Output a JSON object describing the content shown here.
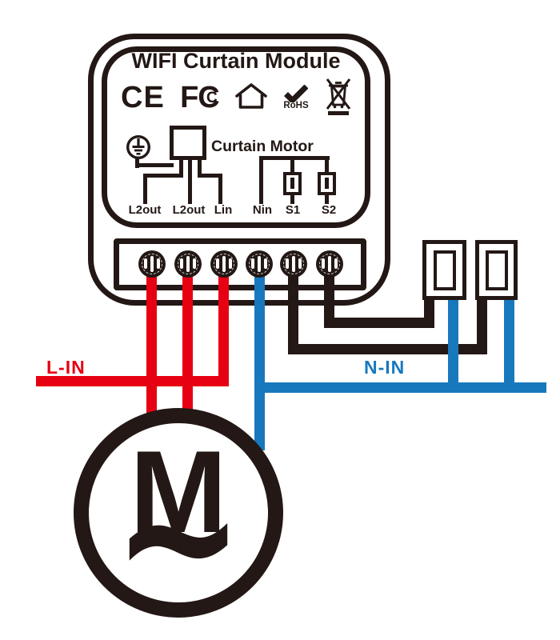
{
  "module": {
    "title": "WIFI Curtain Module",
    "marks": {
      "ce": "CE",
      "fcc": "FC",
      "fcc_inner": "C",
      "rohs": "RoHS"
    },
    "schematic": {
      "curtain_motor_label": "Curtain Motor",
      "terminals": [
        "L2out",
        "L2out",
        "Lin",
        "Nin",
        "S1",
        "S2"
      ]
    }
  },
  "wiring": {
    "live_label": "L-IN",
    "neutral_label": "N-IN",
    "motor": {
      "letter": "M",
      "ac_symbol": "~"
    },
    "colors": {
      "live": "#e60012",
      "neutral": "#1878be",
      "wire_black": "#231815"
    },
    "connections": [
      {
        "from": "L2out-1",
        "to": "motor",
        "color": "red"
      },
      {
        "from": "L2out-2",
        "to": "motor",
        "color": "red"
      },
      {
        "from": "Lin",
        "to": "L-IN bus",
        "color": "red"
      },
      {
        "from": "Nin",
        "to": "N-IN bus and motor",
        "color": "blue"
      },
      {
        "from": "S1",
        "to": "switch-right",
        "color": "black"
      },
      {
        "from": "S2",
        "to": "switch-left",
        "color": "black"
      },
      {
        "from": "switch-left",
        "to": "N-IN bus",
        "color": "blue"
      },
      {
        "from": "switch-right",
        "to": "N-IN bus",
        "color": "blue"
      }
    ]
  },
  "icons": {
    "home": "house outline certification mark",
    "rohs_check": "bold checkmark",
    "weee_bin": "crossed-out wheeled bin with bar",
    "earth_ground": "protective earth symbol in circle",
    "terminal_screw": "screw head with slots"
  }
}
